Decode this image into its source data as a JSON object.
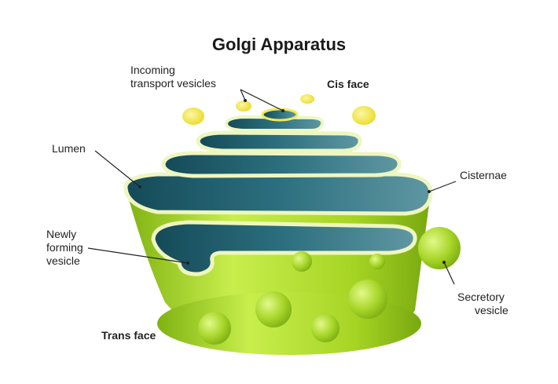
{
  "title": "Golgi Apparatus",
  "labels": {
    "incoming": [
      "Incoming",
      "transport vesicles"
    ],
    "cis_face": "Cis face",
    "lumen": "Lumen",
    "cisternae": "Cisternae",
    "newly_forming": [
      "Newly",
      "forming",
      "vesicle"
    ],
    "secretory": [
      "Secretory",
      "vesicle"
    ],
    "trans_face": "Trans face"
  },
  "colors": {
    "body_green": "#9ccd1b",
    "body_green_light": "#c6ec4a",
    "body_green_dark": "#6f9e10",
    "lumen_teal": "#1d5c6b",
    "lumen_teal_light": "#4f8a96",
    "rim": "#f2f8c4",
    "yellow_vesicle": "#f0e530",
    "leader_line": "#222222"
  }
}
